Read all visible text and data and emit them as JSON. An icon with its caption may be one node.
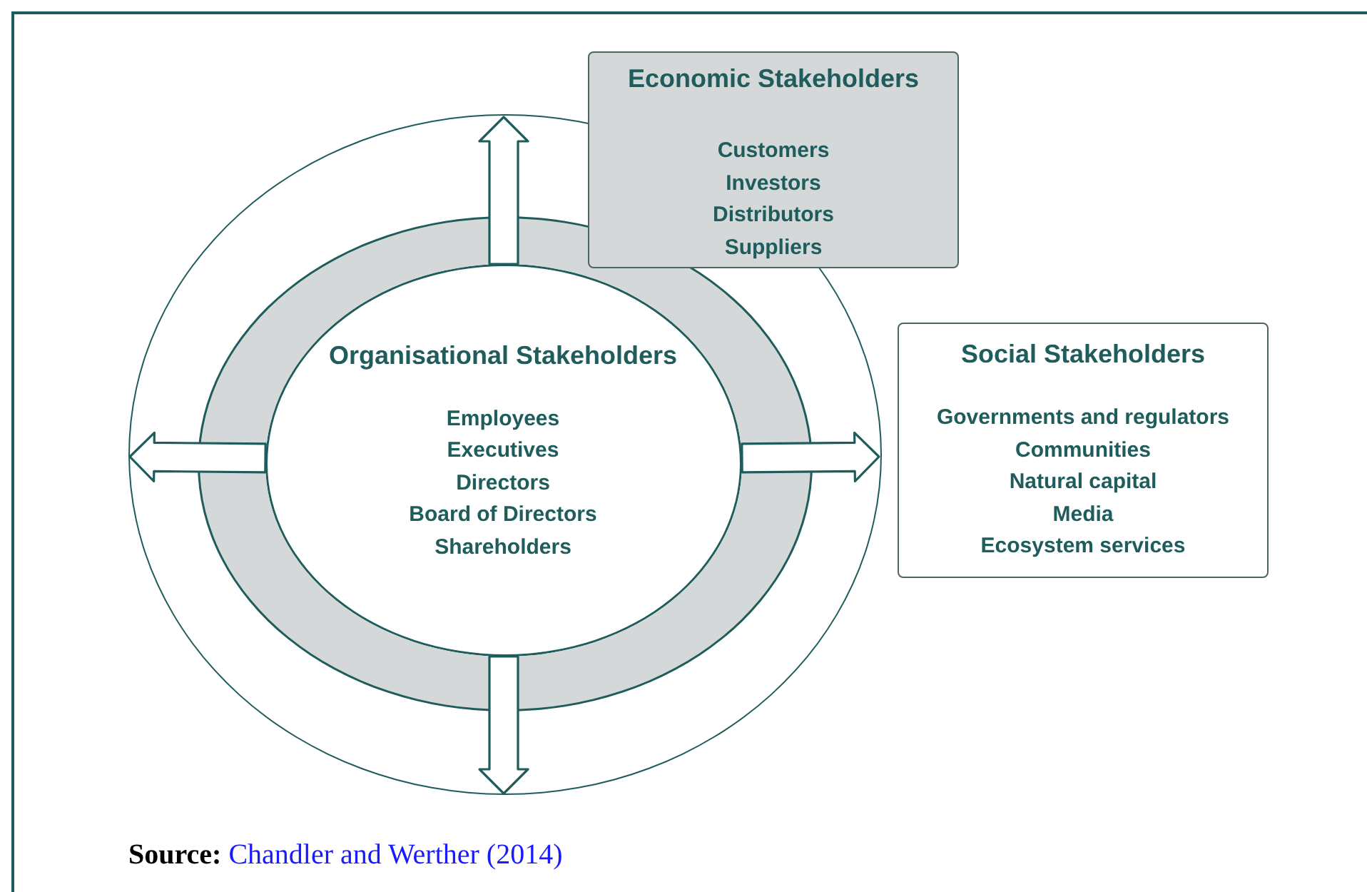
{
  "diagram": {
    "nodes": [
      {
        "text": [],
        "shape": "circle"
      },
      {
        "text": [
          "Organisational Stakeholders",
          "Employees",
          "Executives",
          "Directors",
          "Board of Directors",
          "Shareholders"
        ],
        "in": 0
      },
      {
        "text": [
          "Economic Stakeholders",
          "Customers",
          "Investors",
          "Distributors",
          "Suppliers"
        ]
      },
      {
        "text": [
          "Social Stakeholders",
          "Governments and regulators",
          "Communities",
          "Natural capital",
          "Media",
          "Ecosystem services"
        ]
      }
    ],
    "edges": [
      {
        "from": 1,
        "to": null,
        "arrow": "to"
      },
      {
        "from": 1,
        "to": null,
        "arrow": "to"
      },
      {
        "from": 1,
        "to": null,
        "arrow": "to"
      },
      {
        "from": 1,
        "to": null,
        "arrow": "to"
      }
    ],
    "labels": [
      "**Source:** Chandler and Werther (2014)"
    ]
  }
}
